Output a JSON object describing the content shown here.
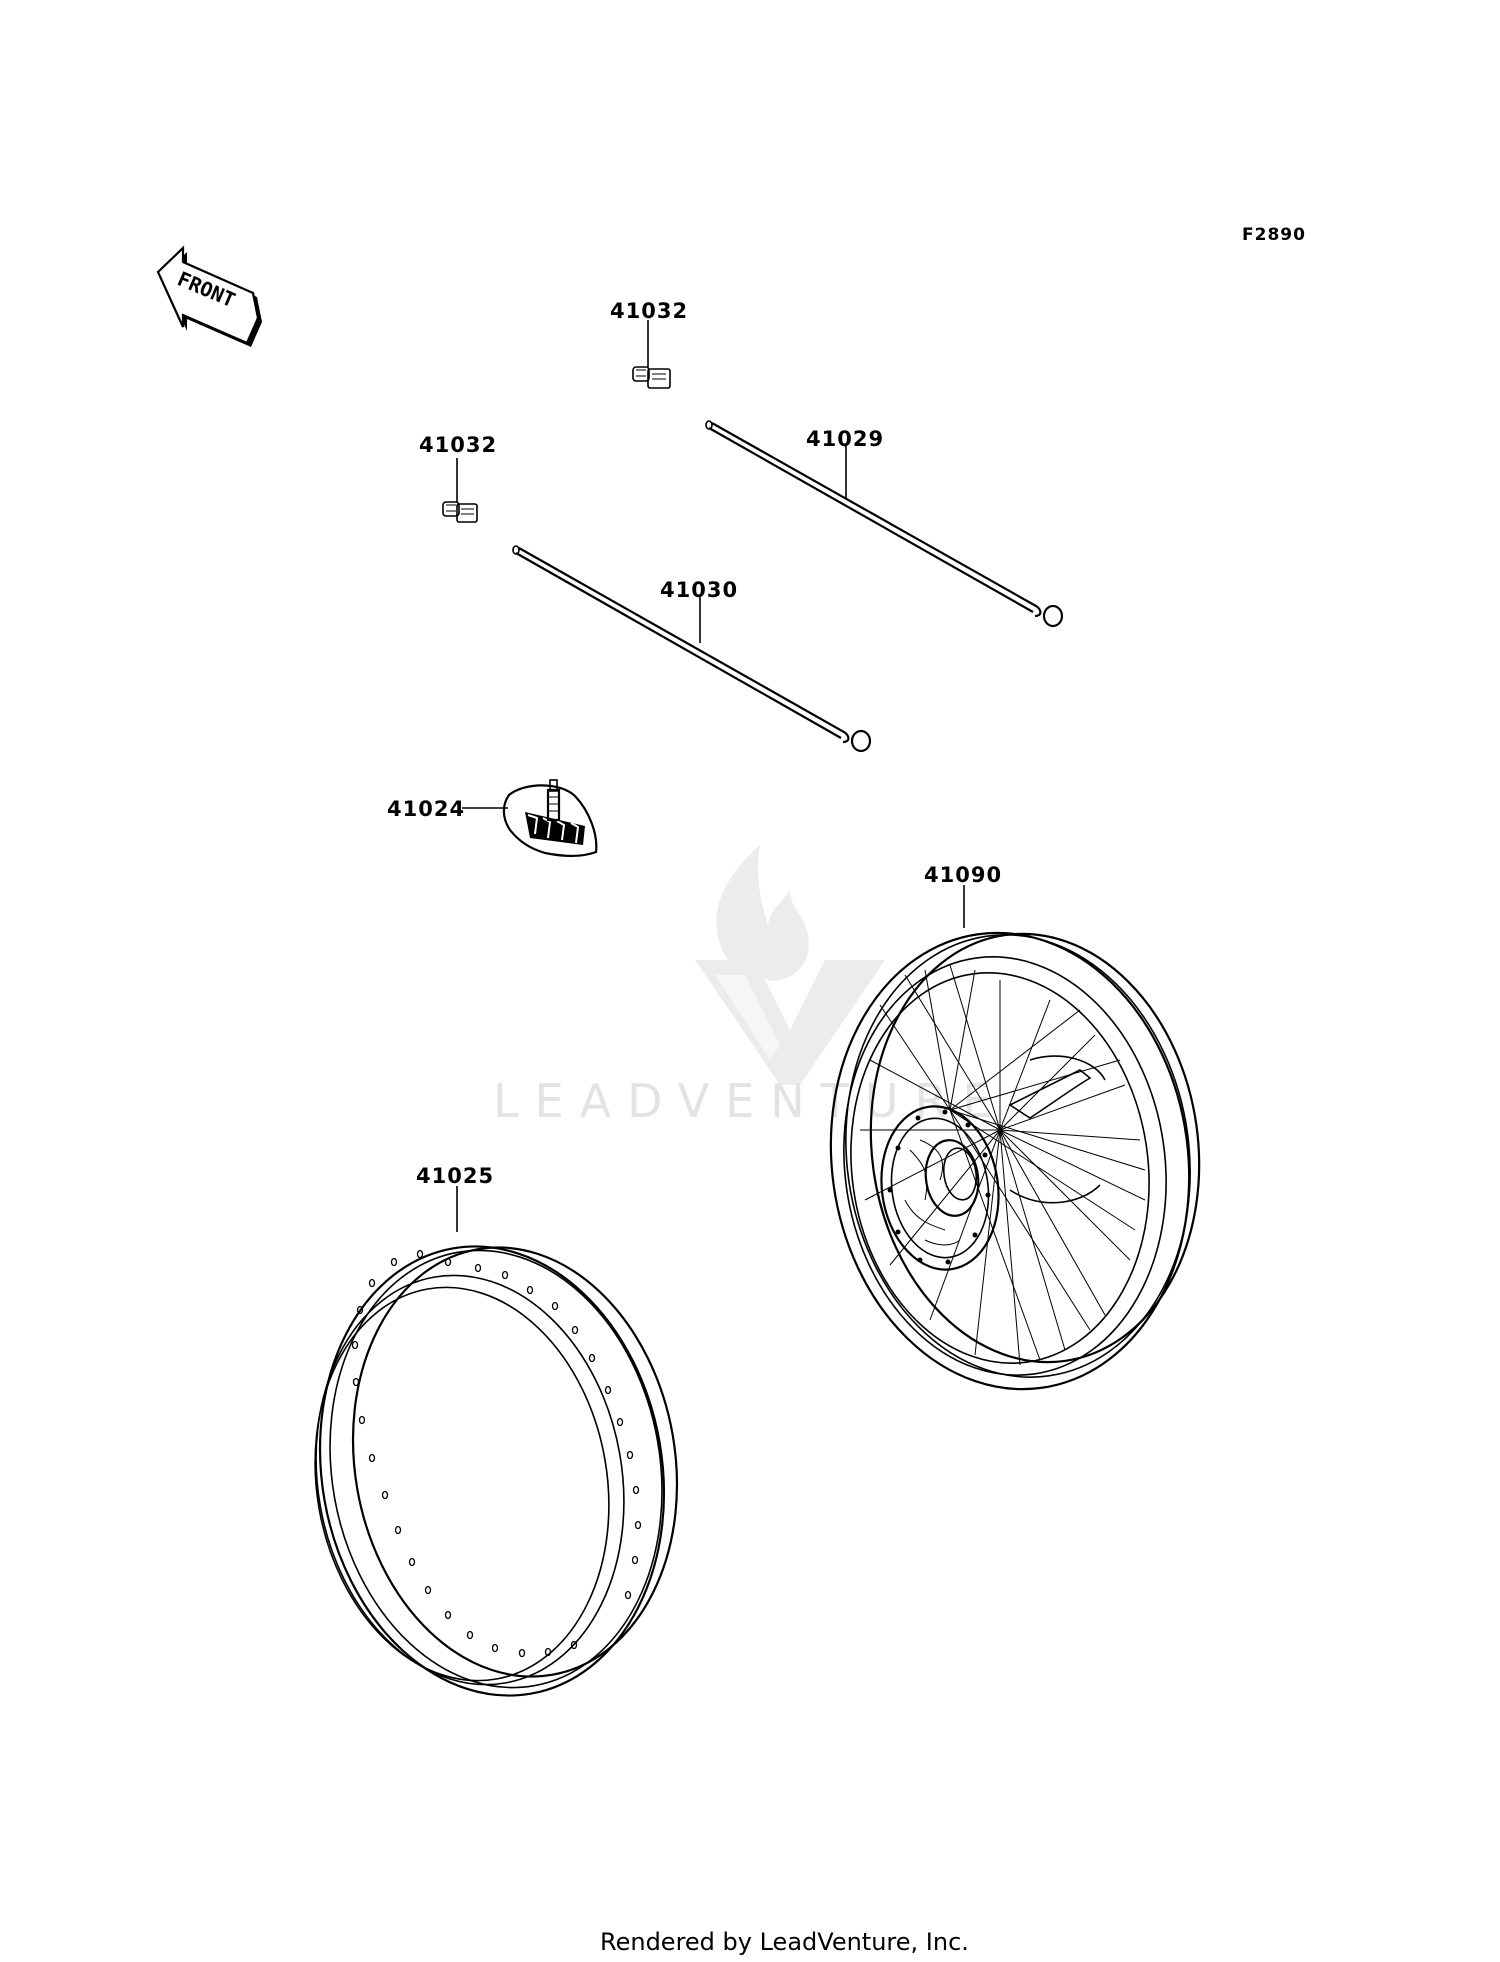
{
  "figure_id": "F2890",
  "front_indicator": "FRONT",
  "parts": {
    "nipple_top": "41032",
    "nipple_left": "41032",
    "spoke_outer": "41029",
    "spoke_inner": "41030",
    "rim_band": "41024",
    "wheel_assembly": "41090",
    "rim": "41025"
  },
  "watermark": "LEADVENTURE",
  "footer": "Rendered by LeadVenture, Inc."
}
